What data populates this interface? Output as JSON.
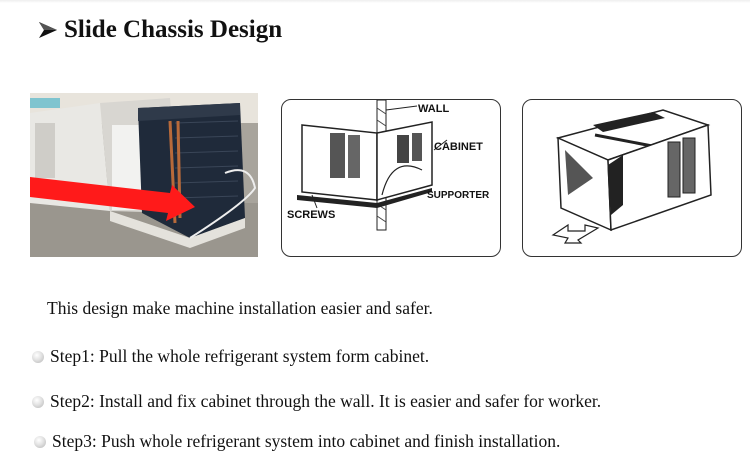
{
  "title": {
    "icon": "arrowhead-bullet-icon",
    "text": "Slide Chassis Design"
  },
  "images": {
    "photo": {
      "description": "Window air conditioner with refrigerant system partially pulled out of cabinet, red arrow pointing into cabinet",
      "arrow_color": "#ff1a1a"
    },
    "diagram_wall": {
      "labels": {
        "wall": "WALL",
        "cabinet": "CABINET",
        "supporter": "SUPPORTER",
        "screws": "SCREWS"
      }
    },
    "diagram_push": {
      "description": "Cabinet with outline arrow indicating push-in direction"
    }
  },
  "intro": "This design make machine installation easier and safer.",
  "steps": [
    {
      "text": "Step1: Pull the whole refrigerant system form cabinet."
    },
    {
      "text": "Step2: Install and fix cabinet through the wall. It is easier and safer for worker."
    },
    {
      "text": "Step3: Push whole refrigerant system into cabinet and finish installation."
    }
  ]
}
